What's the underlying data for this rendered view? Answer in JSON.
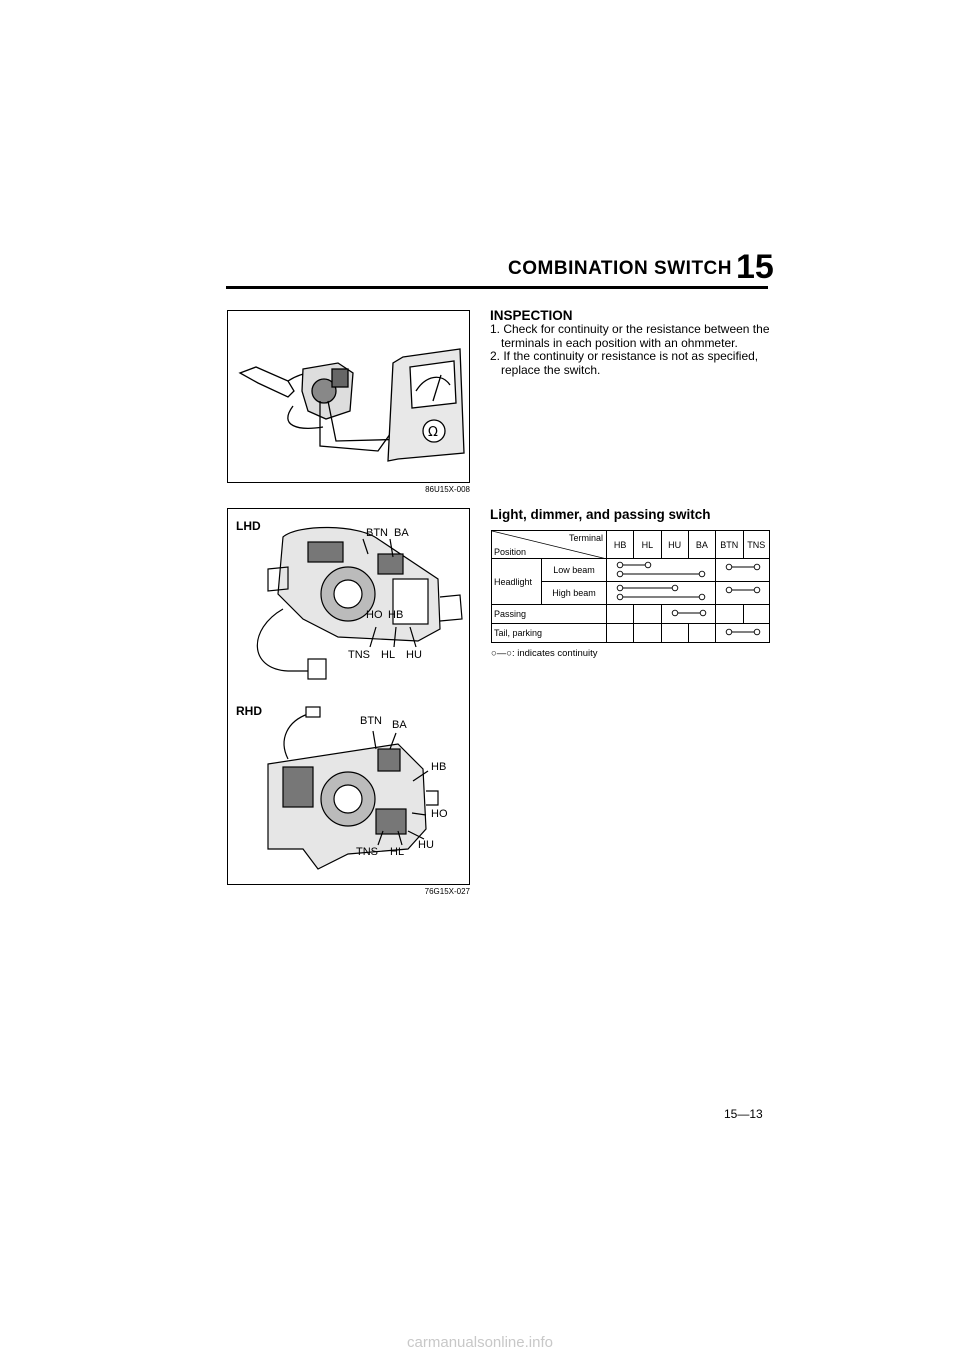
{
  "header": {
    "title": "COMBINATION SWITCH",
    "section_number": "15"
  },
  "figures": {
    "fig1_code": "86U15X-008",
    "fig2_code": "76G15X-027",
    "lhd_label": "LHD",
    "rhd_label": "RHD",
    "lhd_callouts": {
      "btn": "BTN",
      "ba": "BA",
      "ho": "HO",
      "hb": "HB",
      "tns": "TNS",
      "hl": "HL",
      "hu": "HU"
    },
    "rhd_callouts": {
      "btn": "BTN",
      "ba": "BA",
      "hb": "HB",
      "ho": "HO",
      "tns": "TNS",
      "hl": "HL",
      "hu": "HU"
    }
  },
  "inspection": {
    "heading": "INSPECTION",
    "steps": [
      "1. Check for continuity or the resistance between the terminals in each position with an ohmmeter.",
      "2. If the continuity or resistance is not as specified, replace the switch."
    ]
  },
  "table": {
    "heading": "Light, dimmer, and passing switch",
    "corner_terminal": "Terminal",
    "corner_position": "Position",
    "terminals": [
      "HB",
      "HL",
      "HU",
      "BA",
      "BTN",
      "TNS"
    ],
    "group_label": "Headlight",
    "rows": [
      "Low beam",
      "High beam",
      "Passing",
      "Tail, parking"
    ],
    "legend": "○—○: indicates continuity"
  },
  "footer": {
    "page": "15—13"
  },
  "watermark": "carmanualsonline.info"
}
